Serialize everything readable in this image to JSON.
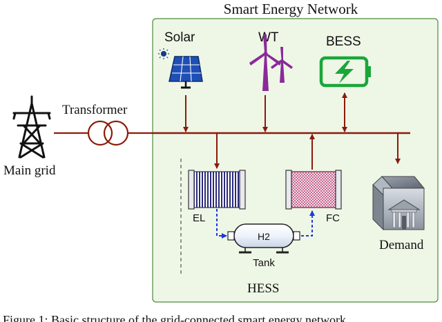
{
  "network": {
    "title": "Smart Energy Network",
    "background_color": "#eef6e6",
    "border_color": "#4a8a3a",
    "bus_color": "#8a1a0a"
  },
  "grid": {
    "label": "Main grid"
  },
  "transformer": {
    "label": "Transformer"
  },
  "solar": {
    "label": "Solar"
  },
  "wind": {
    "label": "WT",
    "color": "#8a2a9a"
  },
  "battery": {
    "label": "BESS",
    "color": "#1aa63a"
  },
  "hess": {
    "label": "HESS",
    "electrolyzer": {
      "label": "EL"
    },
    "fuel_cell": {
      "label": "FC"
    },
    "tank": {
      "label": "Tank",
      "content": "H2"
    },
    "hydrogen_flow_color": "#1a3ad8"
  },
  "demand": {
    "label": "Demand"
  },
  "caption": {
    "text": "Figure 1: Basic structure of the grid-connected smart energy network"
  }
}
